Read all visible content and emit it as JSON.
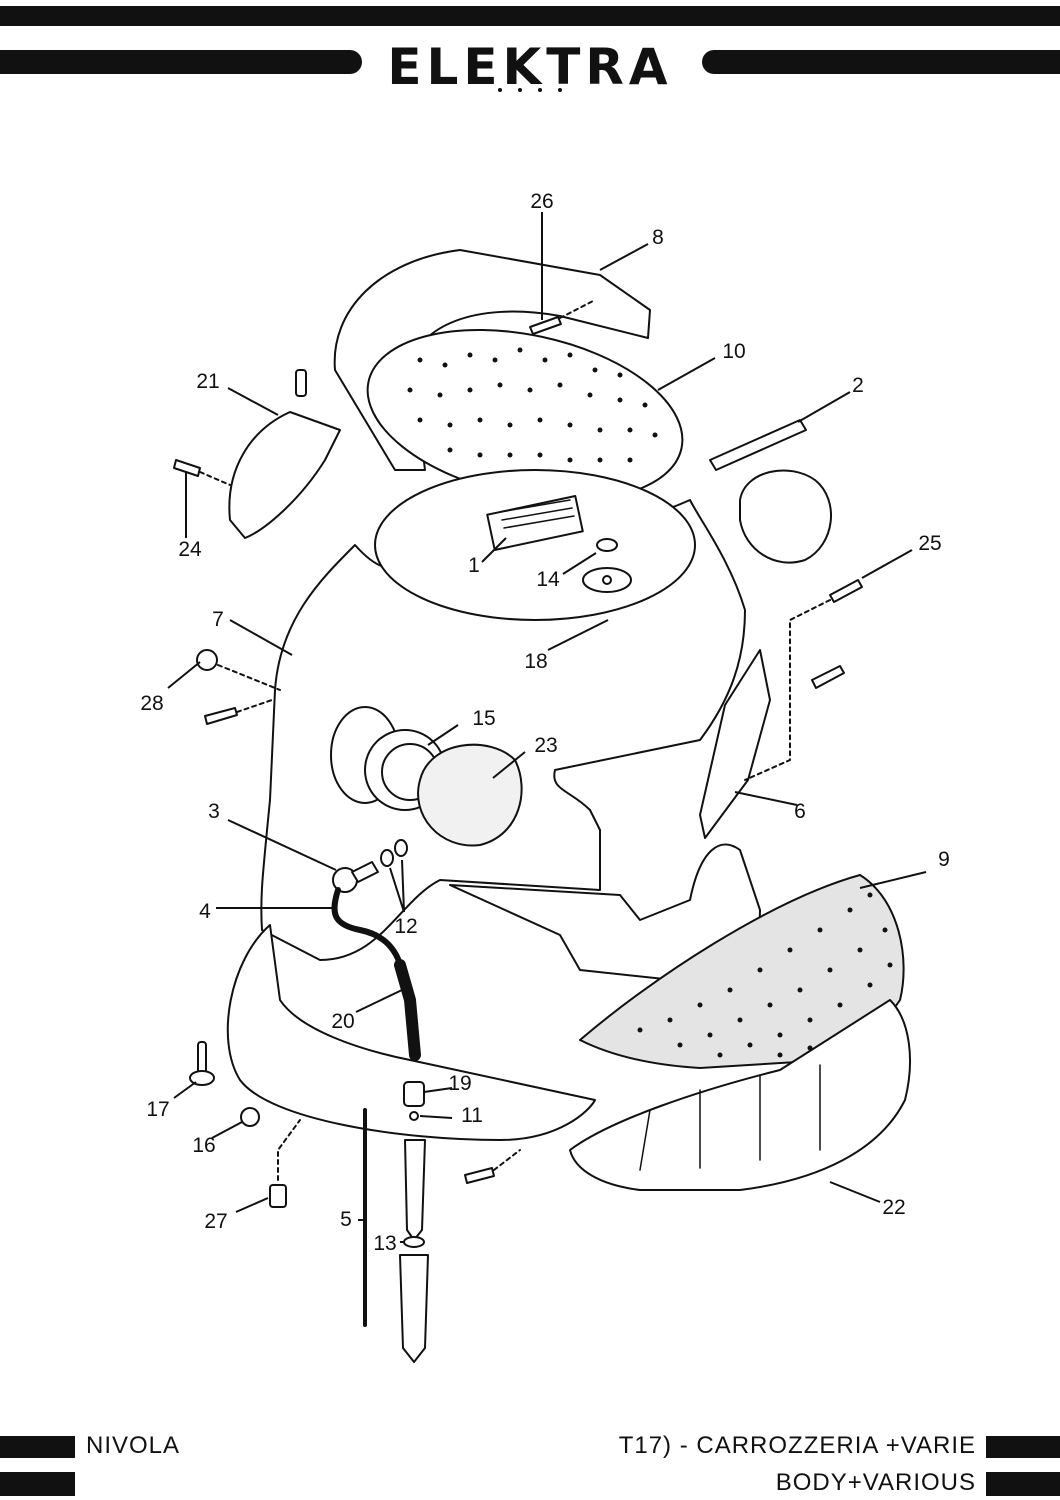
{
  "header": {
    "brand": "ELEKTRA"
  },
  "callouts": [
    {
      "id": "c26",
      "text": "26"
    },
    {
      "id": "c8",
      "text": "8"
    },
    {
      "id": "c10",
      "text": "10"
    },
    {
      "id": "c21",
      "text": "21"
    },
    {
      "id": "c2",
      "text": "2"
    },
    {
      "id": "c24",
      "text": "24"
    },
    {
      "id": "c1",
      "text": "1"
    },
    {
      "id": "c14",
      "text": "14"
    },
    {
      "id": "c25",
      "text": "25"
    },
    {
      "id": "c7",
      "text": "7"
    },
    {
      "id": "c18",
      "text": "18"
    },
    {
      "id": "c28",
      "text": "28"
    },
    {
      "id": "c15",
      "text": "15"
    },
    {
      "id": "c23",
      "text": "23"
    },
    {
      "id": "c3",
      "text": "3"
    },
    {
      "id": "c6",
      "text": "6"
    },
    {
      "id": "c9",
      "text": "9"
    },
    {
      "id": "c4",
      "text": "4"
    },
    {
      "id": "c12",
      "text": "12"
    },
    {
      "id": "c20",
      "text": "20"
    },
    {
      "id": "c19",
      "text": "19"
    },
    {
      "id": "c17",
      "text": "17"
    },
    {
      "id": "c11",
      "text": "11"
    },
    {
      "id": "c16",
      "text": "16"
    },
    {
      "id": "c27",
      "text": "27"
    },
    {
      "id": "c5",
      "text": "5"
    },
    {
      "id": "c13",
      "text": "13"
    },
    {
      "id": "c22",
      "text": "22"
    }
  ],
  "footer": {
    "model": "NIVOLA",
    "table_title": "T17) - CARROZZERIA +VARIE",
    "table_subtitle": "BODY+VARIOUS"
  }
}
